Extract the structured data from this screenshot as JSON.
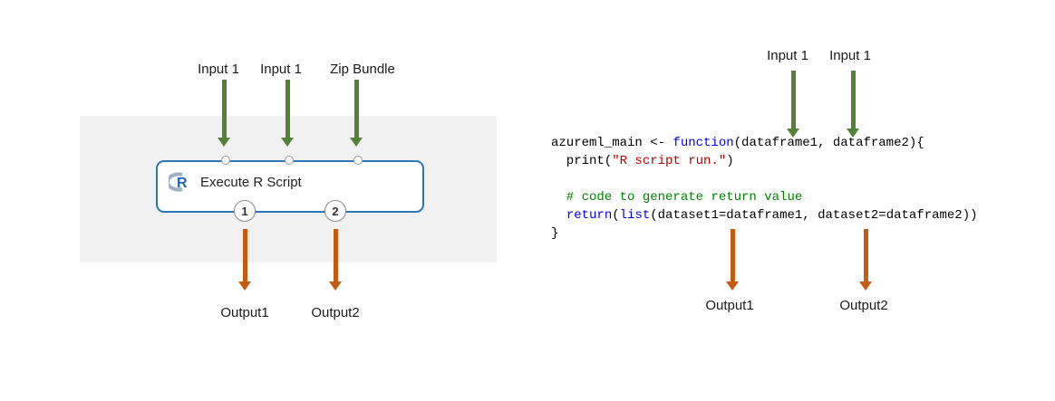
{
  "colors": {
    "panel_bg": "#f1f1f1",
    "arrow_green": "#538135",
    "arrow_orange": "#c55a11",
    "module_border": "#2e75b6",
    "code_keyword": "#0000ff",
    "code_string": "#c00000",
    "code_comment": "#008000"
  },
  "left_diagram": {
    "input_labels": [
      "Input 1",
      "Input 1",
      "Zip Bundle"
    ],
    "module_title": "Execute R Script",
    "output_ports": [
      "1",
      "2"
    ],
    "output_labels": [
      "Output1",
      "Output2"
    ]
  },
  "right_diagram": {
    "input_labels": [
      "Input 1",
      "Input 1"
    ],
    "output_labels": [
      "Output1",
      "Output2"
    ],
    "code_lines": {
      "l1a": "azureml_main <- ",
      "l1b": "function",
      "l1c": "(dataframe1, dataframe2){",
      "l2a": "  print(",
      "l2b": "\"R script run.\"",
      "l2c": ")",
      "l3": "",
      "l4": "  # code to generate return value",
      "l5a": "  ",
      "l5b": "return",
      "l5c": "(",
      "l5d": "list",
      "l5e": "(dataset1=dataframe1, dataset2=dataframe2))",
      "l6": "}"
    }
  }
}
